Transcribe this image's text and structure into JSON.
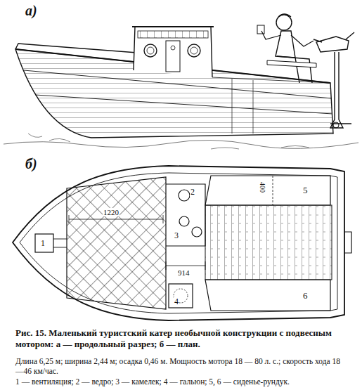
{
  "diagram": {
    "caption": "Рис. 15. Маленький туристский катер необычной конструкции с подвесным мотором: а — продольный разрез; б — план.",
    "labels": [
      "а)",
      "б)",
      "1220",
      "914",
      "400",
      "1",
      "2",
      "3",
      "4",
      "5",
      "6",
      "Длина 6,25 м; ширина 2,44 м; осадка 0,46 м. Мощность мотора 18 — 80 л. с.; скорость хода 18—46 км/час.",
      "1 — вентиляция; 2 — ведро; 3 — камелек; 4 — гальюн; 5, 6 — сиденье-рундук."
    ]
  }
}
